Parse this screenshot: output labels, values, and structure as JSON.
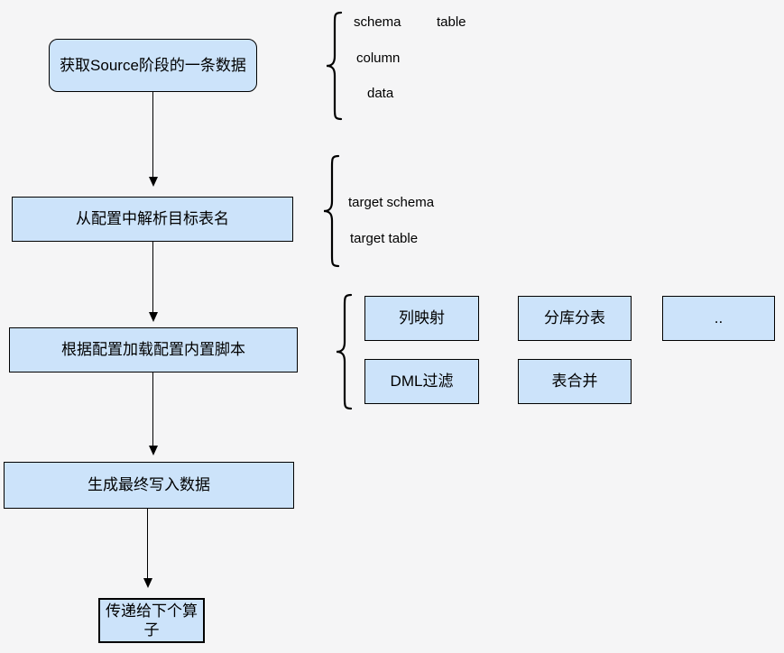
{
  "colors": {
    "background": "#f5f5f6",
    "node_fill": "#cce3fa",
    "node_border": "#000000",
    "text": "#000000"
  },
  "flow": {
    "steps": [
      {
        "label": "获取Source阶段的一条数据"
      },
      {
        "label": "从配置中解析目标表名"
      },
      {
        "label": "根据配置加载配置内置脚本"
      },
      {
        "label": "生成最终写入数据"
      },
      {
        "label": "传递给下个算子"
      }
    ]
  },
  "annotations": {
    "source_record_fields": {
      "items": [
        "schema",
        "table",
        "column",
        "data"
      ]
    },
    "target_fields": {
      "items": [
        "target schema",
        "target table"
      ]
    },
    "builtin_scripts": {
      "items": [
        "列映射",
        "分库分表",
        "..",
        "DML过滤",
        "表合并"
      ]
    }
  }
}
